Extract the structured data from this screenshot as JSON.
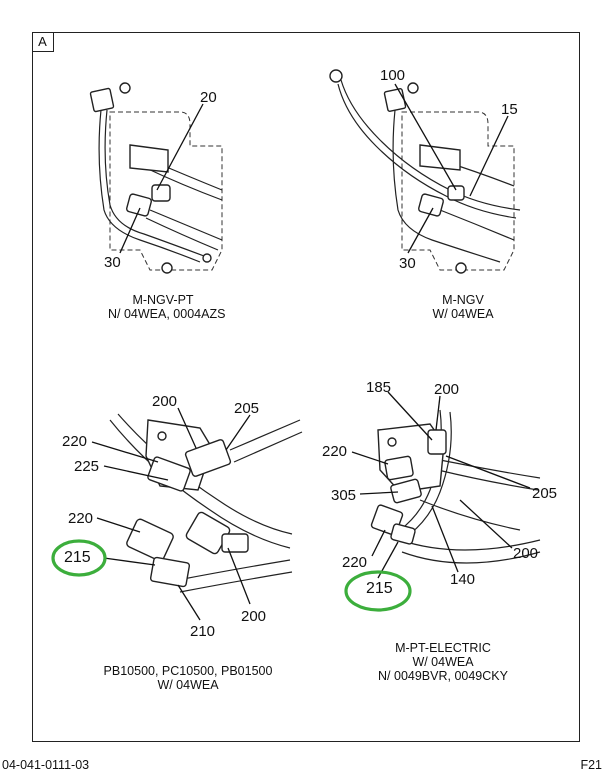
{
  "frame_label": "A",
  "views": [
    {
      "id": "top-left",
      "caption": [
        "M-NGV-PT",
        "N/ 04WEA, 0004AZS"
      ],
      "callouts": [
        "20",
        "30"
      ]
    },
    {
      "id": "top-right",
      "caption": [
        "M-NGV",
        "W/ 04WEA"
      ],
      "callouts": [
        "100",
        "15",
        "30"
      ]
    },
    {
      "id": "bottom-left",
      "caption": [
        "PB10500, PC10500, PB01500",
        "W/ 04WEA"
      ],
      "callouts": [
        "200",
        "205",
        "220",
        "225",
        "220",
        "215",
        "200",
        "210"
      ]
    },
    {
      "id": "bottom-right",
      "caption": [
        "M-PT-ELECTRIC",
        "W/ 04WEA",
        "N/ 0049BVR, 0049CKY"
      ],
      "callouts": [
        "185",
        "200",
        "220",
        "205",
        "305",
        "200",
        "220",
        "140",
        "215"
      ]
    }
  ],
  "footer": {
    "left": "04-041-0111-03",
    "right": "F21"
  },
  "highlight_color": "#3cae3c"
}
